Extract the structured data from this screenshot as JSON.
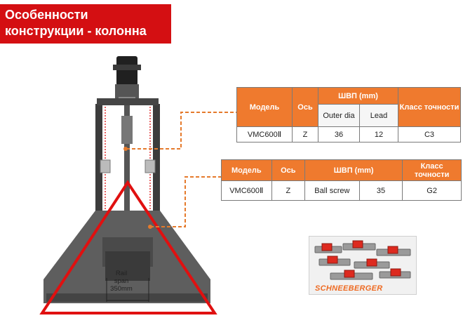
{
  "slide": {
    "title_line1": "Особенности",
    "title_line2": "конструкции - колонна"
  },
  "table1": {
    "headers": {
      "model": "Модель",
      "axis": "Ось",
      "ballscrew": "ШВП (mm)",
      "outer_dia": "Outer dia",
      "lead": "Lead",
      "accuracy": "Класс точности"
    },
    "row": {
      "model": "VMC600Ⅱ",
      "axis": "Z",
      "outer_dia": "36",
      "lead": "12",
      "accuracy": "C3"
    }
  },
  "table2": {
    "headers": {
      "model": "Модель",
      "axis": "Ось",
      "ballscrew": "ШВП (mm)",
      "accuracy": "Класс точности"
    },
    "row": {
      "model": "VMC600Ⅱ",
      "axis": "Z",
      "type": "Ball screw",
      "value": "35",
      "accuracy": "G2"
    }
  },
  "rail_label": {
    "line1": "Rail",
    "line2": "span",
    "line3": "350mm"
  },
  "brand": "SCHNEEBERGER",
  "colors": {
    "title_bg": "#d40f12",
    "header_orange": "#ef7a2e",
    "callout_dash": "#e57a2c",
    "triangle": "#e01010"
  }
}
